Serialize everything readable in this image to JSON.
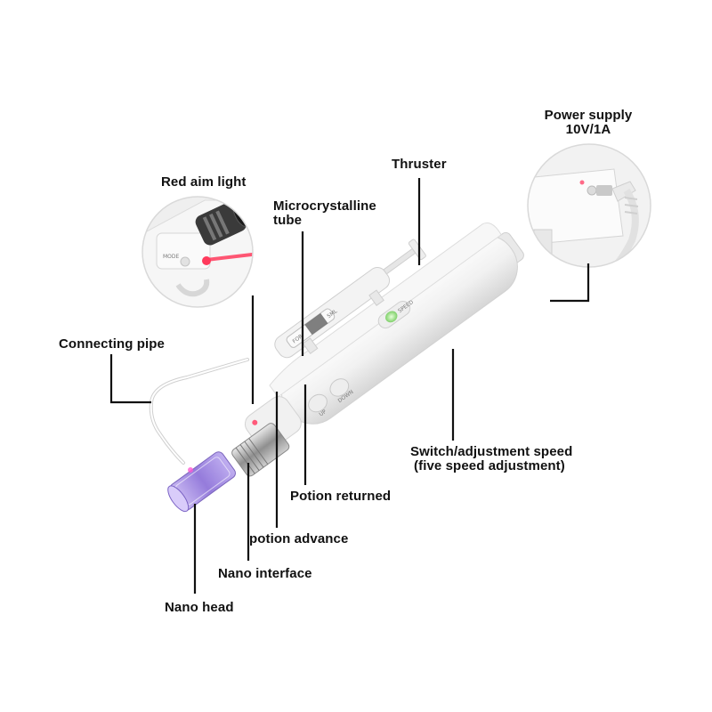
{
  "labels": {
    "power_supply": "Power supply",
    "power_supply_spec": "10V/1A",
    "thruster": "Thruster",
    "red_aim_light": "Red aim light",
    "microcrystalline_tube_line1": "Microcrystalline",
    "microcrystalline_tube_line2": "tube",
    "connecting_pipe": "Connecting pipe",
    "switch_speed_line1": "Switch/adjustment speed",
    "switch_speed_line2": "(five speed adjustment)",
    "potion_returned": "Potion returned",
    "potion_advance": "potion advance",
    "nano_interface": "Nano interface",
    "nano_head": "Nano head"
  },
  "device_text": {
    "speed": "SPEED",
    "up": "UP",
    "down": "DOWN",
    "mode": "MODE",
    "syringe": "FOR",
    "syringe2": "5ML"
  },
  "colors": {
    "label_text": "#111111",
    "leader_line": "#111111",
    "device_body": "#f4f4f4",
    "device_shadow": "#d9d9d9",
    "indicator_green": "#9be08a",
    "aim_laser": "#ff3a5c",
    "nano_head_purple": "#8a6ed8",
    "metal": "#9a9a9a"
  }
}
